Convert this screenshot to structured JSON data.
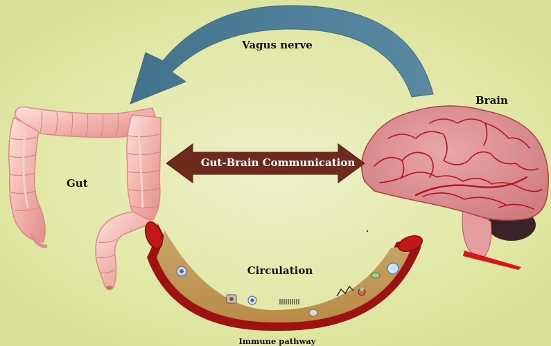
{
  "labels": {
    "vagus_nerve": "Vagus nerve",
    "brain": "Brain",
    "gut": "Gut",
    "communication": "Gut-Brain Communication",
    "circulation": "Circulation",
    "immune_pathway": "Immune pathway"
  },
  "colors": {
    "background": "#e3e9aa",
    "vagus_arrow": "#4f7f99",
    "communication_arrow": "#6e2a1c",
    "brain": "#d98a8e",
    "brain_folds": "#b3121f",
    "gut": "#f3b7b2",
    "blood_vessel": "#a61616",
    "plasma": "#c7a060"
  },
  "icons": {
    "gut": "colon-illustration",
    "brain": "brain-illustration",
    "vessel": "blood-vessel-illustration"
  }
}
